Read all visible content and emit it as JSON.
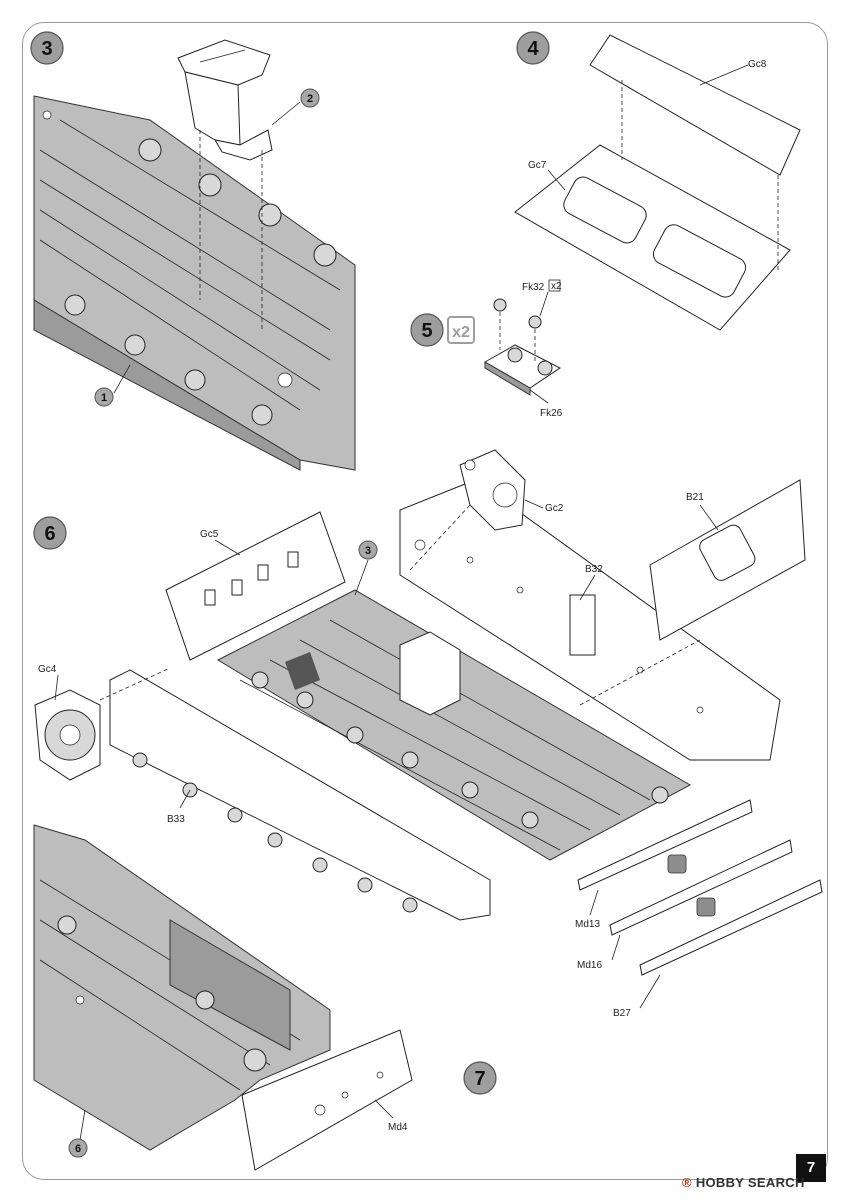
{
  "steps": [
    {
      "id": "3",
      "label": "3"
    },
    {
      "id": "4",
      "label": "4"
    },
    {
      "id": "5",
      "label": "5",
      "multiplier": "x2"
    },
    {
      "id": "6",
      "label": "6"
    },
    {
      "id": "7",
      "label": "7"
    }
  ],
  "part_markers": {
    "p1": "1",
    "p2": "2",
    "p3": "3",
    "p6": "6"
  },
  "part_labels": {
    "gc8": "Gc8",
    "gc7": "Gc7",
    "fk32": "Fk32",
    "fk32_qty": "x2",
    "fk26": "Fk26",
    "gc2": "Gc2",
    "gc5": "Gc5",
    "b21": "B21",
    "b32": "B32",
    "gc4": "Gc4",
    "b33": "B33",
    "md13": "Md13",
    "md16": "Md16",
    "b27": "B27",
    "md4": "Md4"
  },
  "page_number": "7",
  "watermark": {
    "brand": "HOBBY SEARCH",
    "mark": "®"
  },
  "colors": {
    "hull_gray": "#bdbdbd",
    "step_circle": "#9e9e9e",
    "frame": "#9a9a9a"
  }
}
